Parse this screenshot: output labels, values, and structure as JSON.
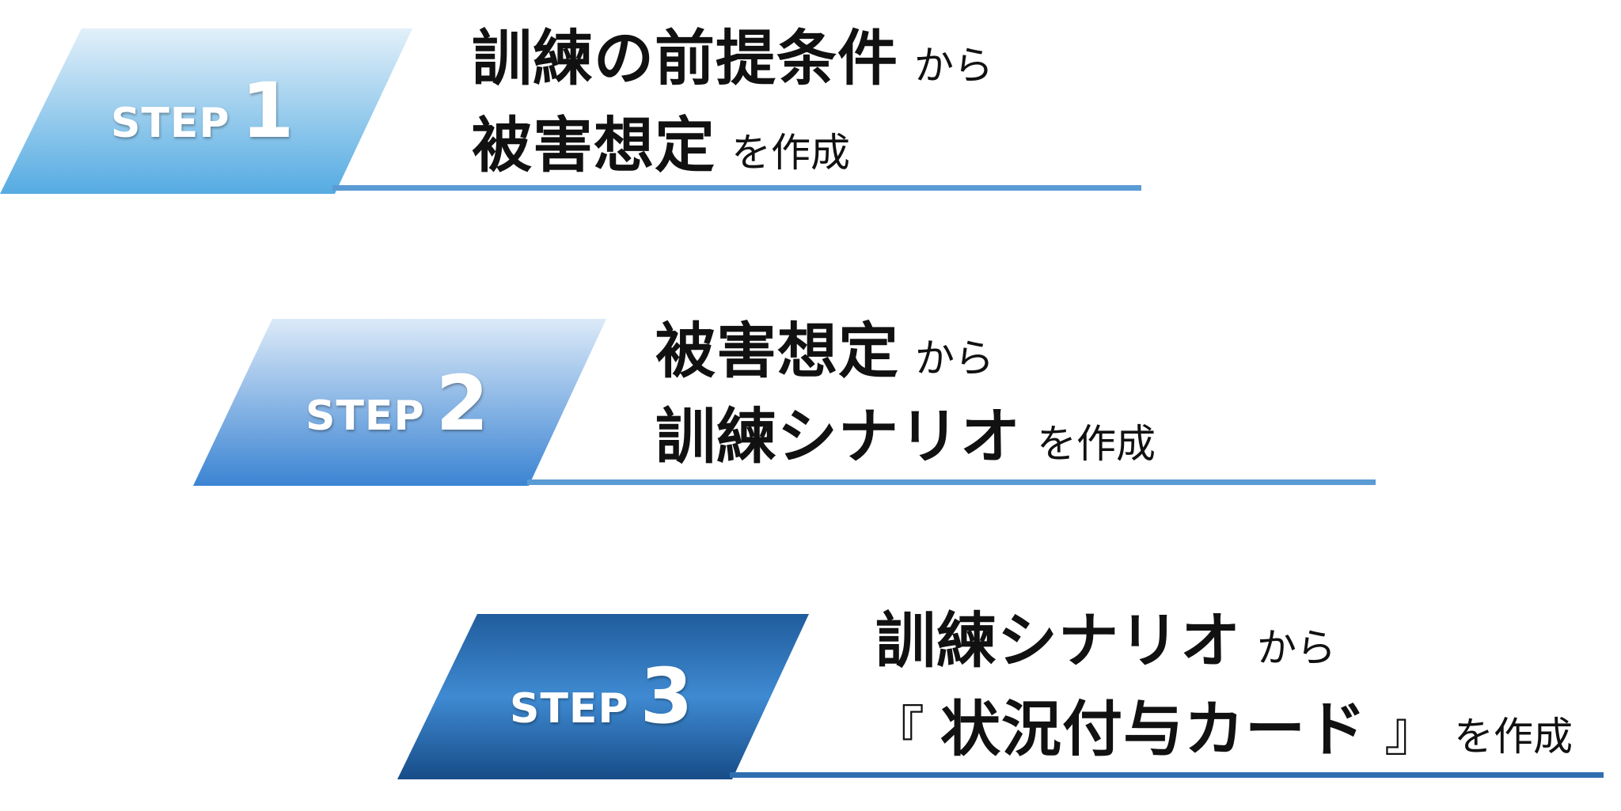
{
  "steps": [
    {
      "step_word": "STEP",
      "step_number": "1",
      "line1_main": "訓練の前提条件",
      "line1_suffix": "から",
      "line2_main": "被害想定",
      "line2_suffix": "を作成"
    },
    {
      "step_word": "STEP",
      "step_number": "2",
      "line1_main": "被害想定",
      "line1_suffix": "から",
      "line2_main": "訓練シナリオ",
      "line2_suffix": "を作成"
    },
    {
      "step_word": "STEP",
      "step_number": "3",
      "line1_main": "訓練シナリオ",
      "line1_suffix": "から",
      "line2_open_bracket": "『",
      "line2_main": "状況付与カード",
      "line2_close_bracket": "』",
      "line2_suffix": "を作成"
    }
  ],
  "colors": {
    "step1_top": "#dcedf8",
    "step1_bottom": "#5aaee2",
    "step2_top": "#d9e8f7",
    "step2_bottom": "#3d86d4",
    "step3_top": "#215e9e",
    "step3_mid": "#3f88d0",
    "step3_bottom": "#18508c",
    "rule": "#5b9bd5",
    "rule3": "#2f6fb0"
  }
}
